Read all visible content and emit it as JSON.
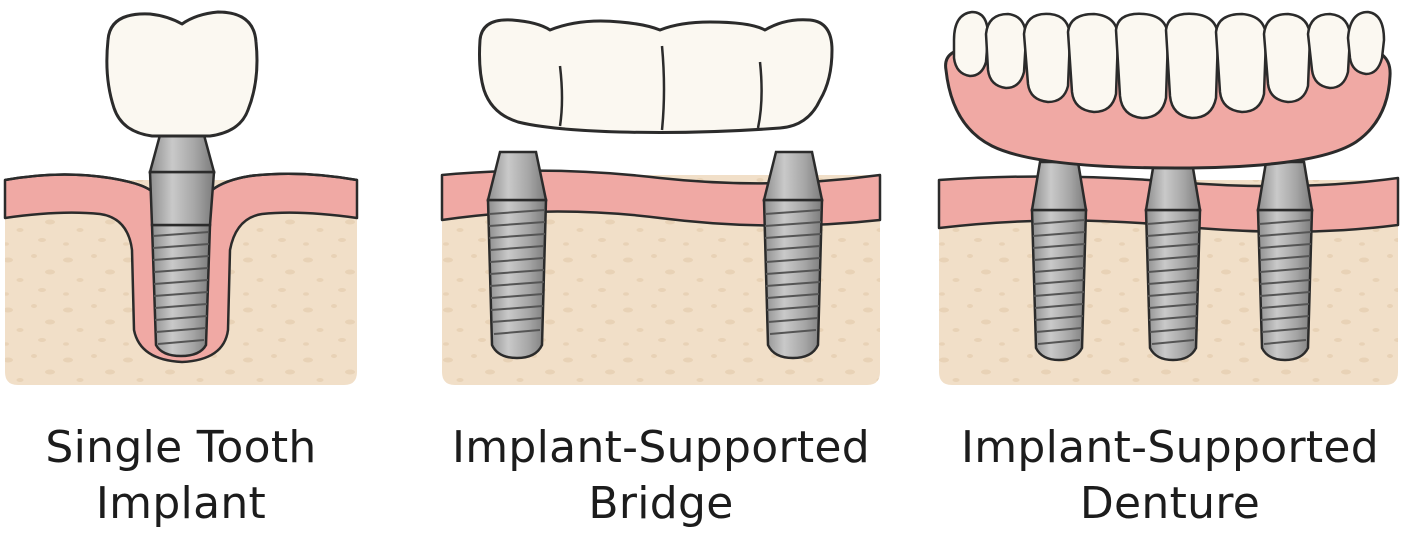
{
  "panels": [
    {
      "line1": "Single Tooth",
      "line2": "Implant"
    },
    {
      "line1": "Implant-Supported",
      "line2": "Bridge"
    },
    {
      "line1": "Implant-Supported",
      "line2": "Denture"
    }
  ],
  "colors": {
    "outline": "#2b2b2b",
    "tooth": "#fbf8f1",
    "gum": "#f0a9a4",
    "bone": "#f1dfc8",
    "bone_speckle": "#e6cfb2",
    "implant_light": "#b9b9b9",
    "implant_dark": "#8a8a8a"
  }
}
